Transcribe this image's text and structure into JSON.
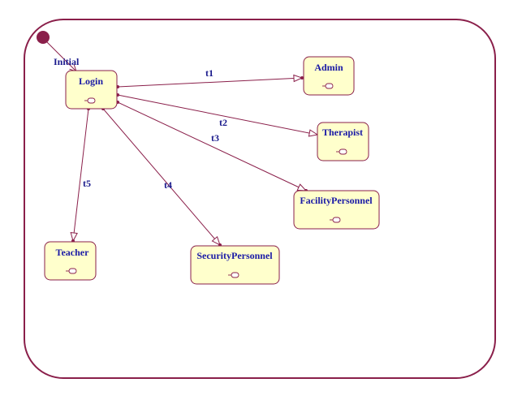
{
  "colors": {
    "border": "#8a1f4a",
    "state_fill": "#ffffcc",
    "text": "#1a1aa6",
    "initial_dot": "#8a1f4a"
  },
  "initial": {
    "label": "Initial"
  },
  "states": {
    "login": {
      "label": "Login",
      "icon": "composite-state-icon"
    },
    "admin": {
      "label": "Admin",
      "icon": "composite-state-icon"
    },
    "therapist": {
      "label": "Therapist",
      "icon": "composite-state-icon"
    },
    "facility": {
      "label": "FacilityPersonnel",
      "icon": "composite-state-icon"
    },
    "security": {
      "label": "SecurityPersonnel",
      "icon": "composite-state-icon"
    },
    "teacher": {
      "label": "Teacher",
      "icon": "composite-state-icon"
    }
  },
  "transitions": {
    "t1": {
      "label": "t1",
      "from": "Login",
      "to": "Admin"
    },
    "t2": {
      "label": "t2",
      "from": "Login",
      "to": "Therapist"
    },
    "t3": {
      "label": "t3",
      "from": "Login",
      "to": "FacilityPersonnel"
    },
    "t4": {
      "label": "t4",
      "from": "Login",
      "to": "SecurityPersonnel"
    },
    "t5": {
      "label": "t5",
      "from": "Login",
      "to": "Teacher"
    }
  }
}
